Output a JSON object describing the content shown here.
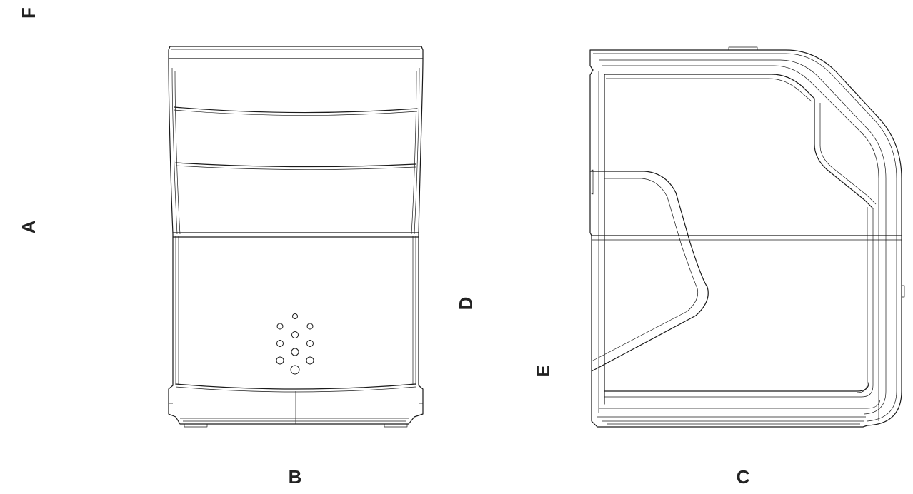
{
  "labels": {
    "a": "A",
    "b": "B",
    "c": "C",
    "d": "D",
    "e": "E",
    "f": "F"
  },
  "colors": {
    "line": "#1a1a1a",
    "label": "#222222",
    "background": "#ffffff"
  }
}
